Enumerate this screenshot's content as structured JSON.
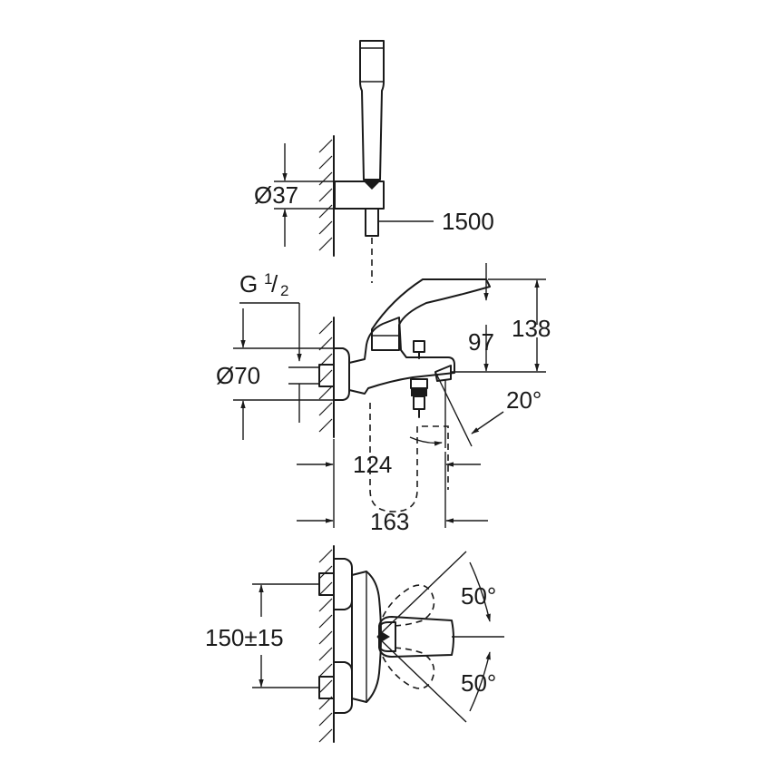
{
  "dimensions": {
    "shower_holder_diameter": "Ø37",
    "hose_length": "1500",
    "thread_letter": "G",
    "thread_numerator": "1",
    "thread_denominator": "2",
    "escutcheon_diameter": "Ø70",
    "lever_height": "97",
    "total_height": "138",
    "spout_angle": "20°",
    "spout_projection": "124",
    "total_projection": "163",
    "lever_angle_upper": "50°",
    "centre_distance": "150±15",
    "lever_angle_lower": "50°"
  }
}
